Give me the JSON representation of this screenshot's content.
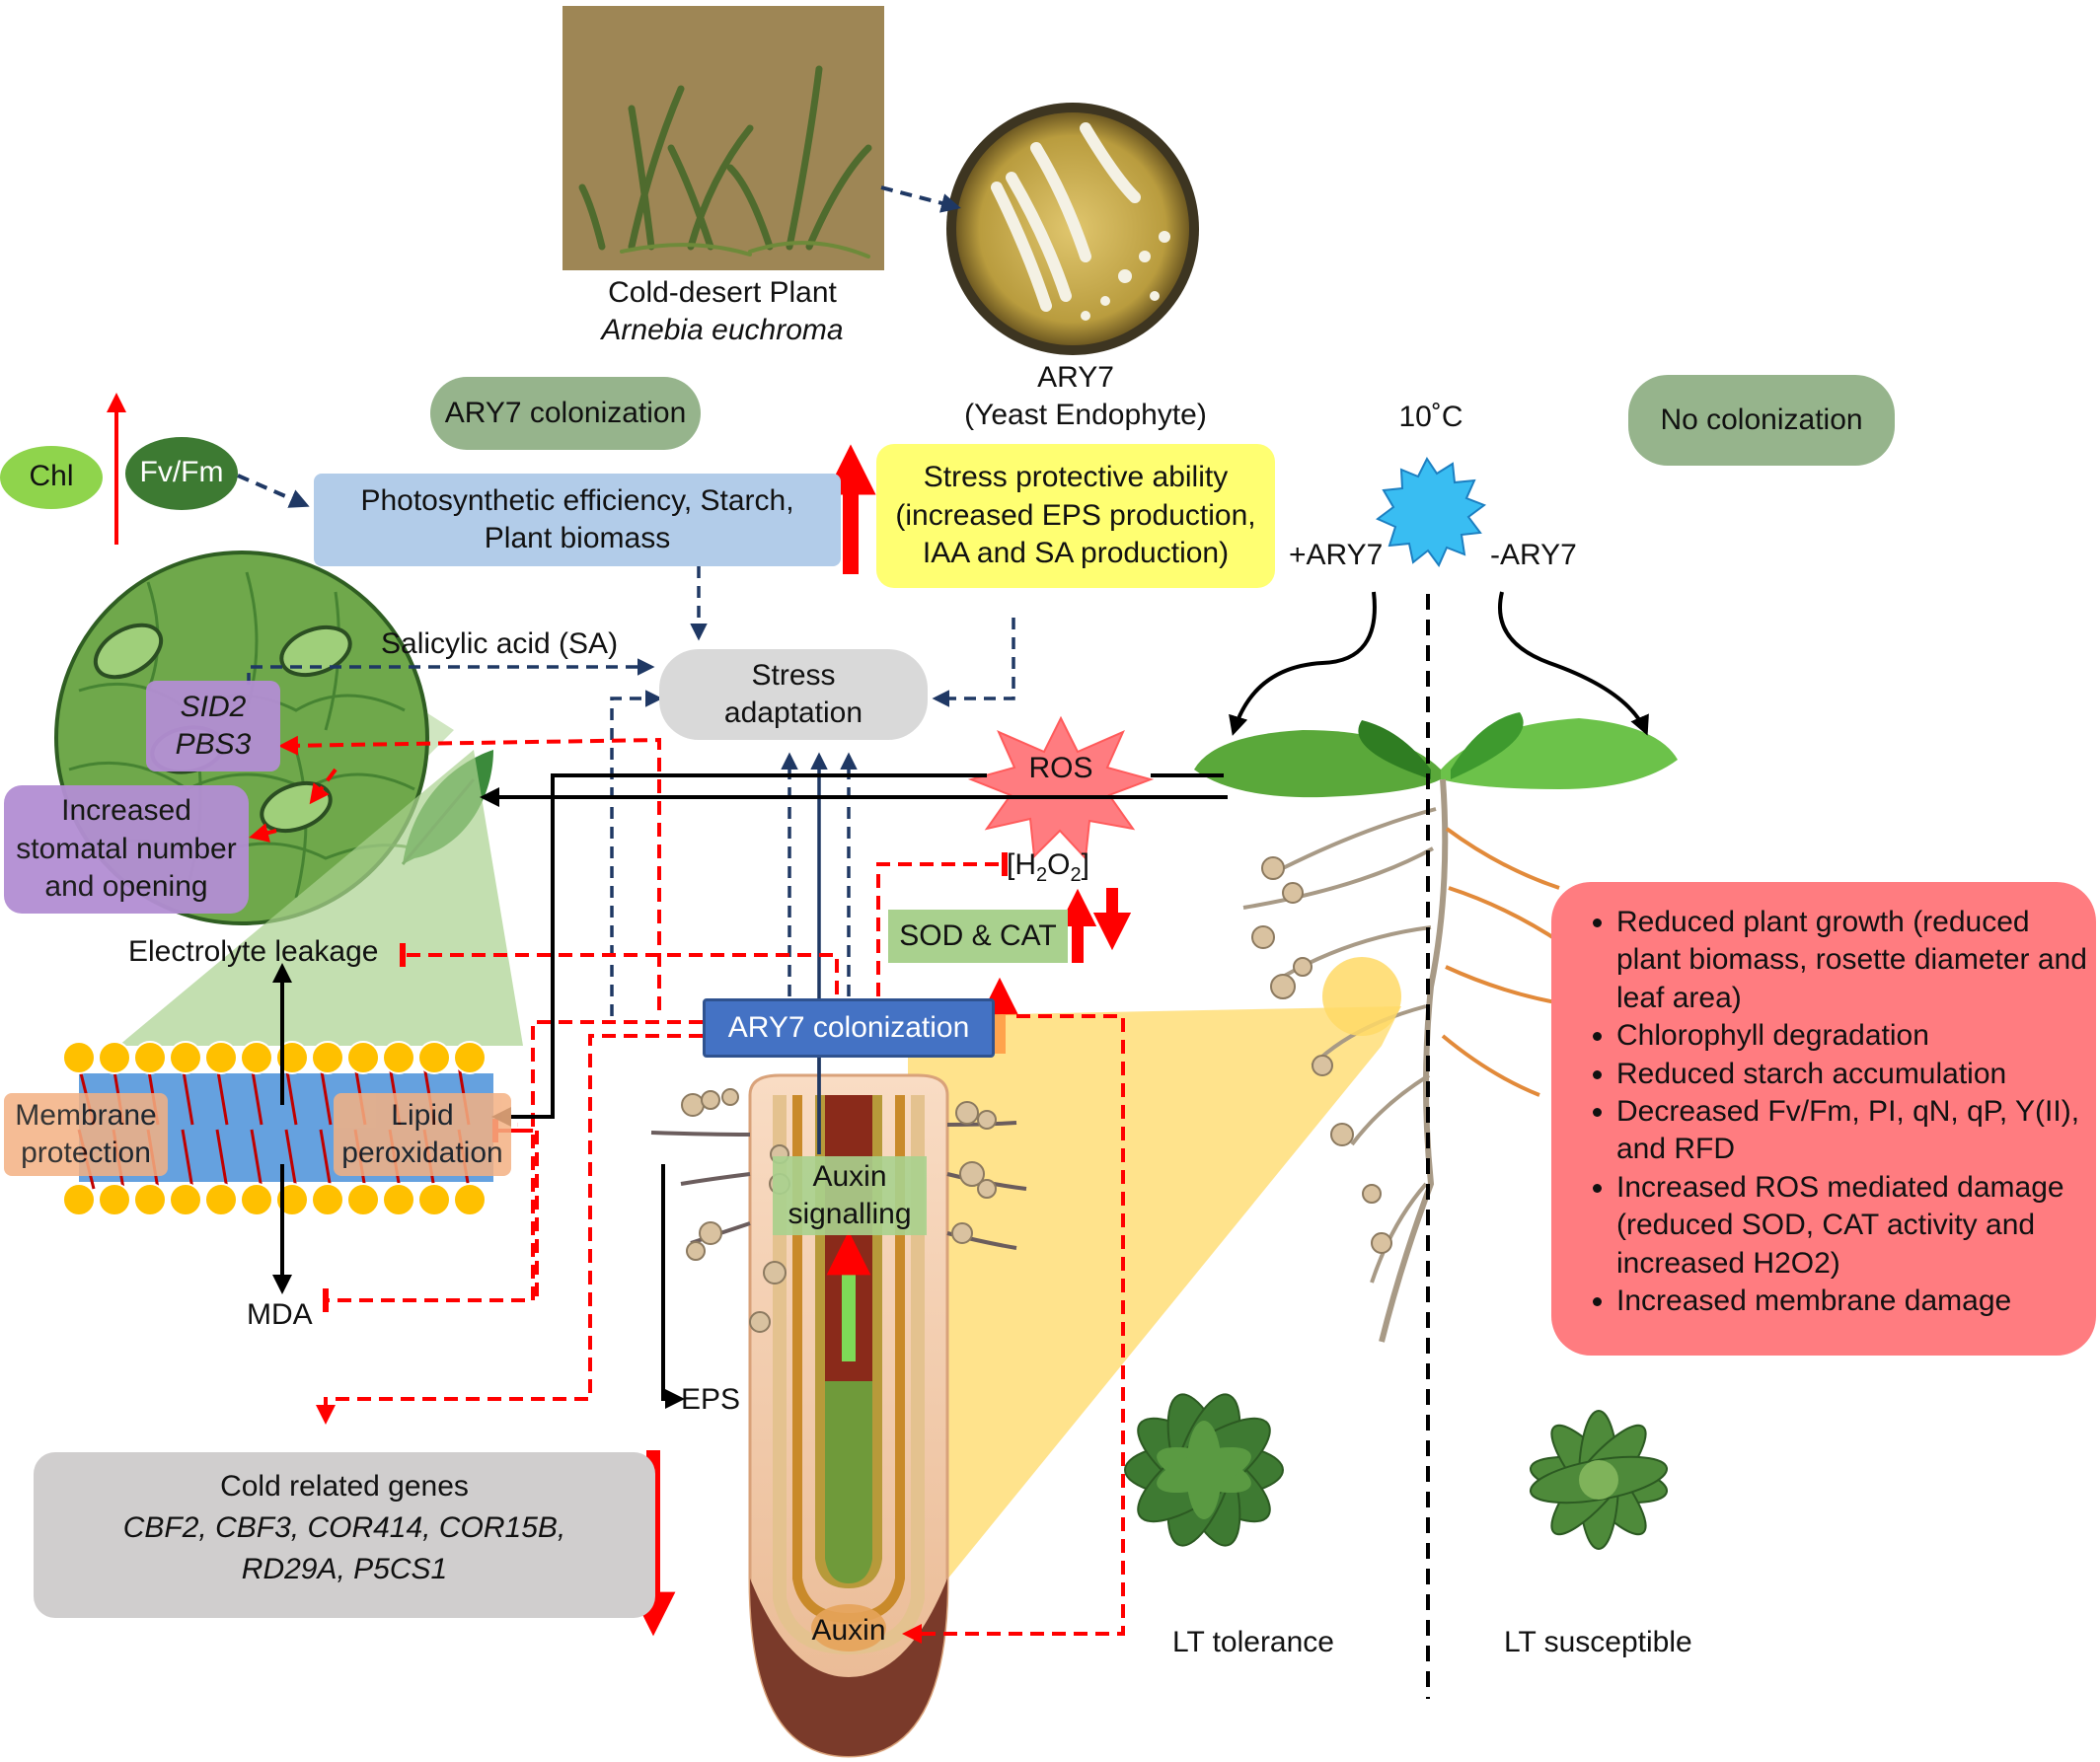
{
  "plant": {
    "caption": "Cold-desert Plant",
    "species": "Arnebia euchroma"
  },
  "endophyte": {
    "name": "ARY7",
    "description": "(Yeast Endophyte)"
  },
  "labels": {
    "ary7_colonization_top": "ARY7 colonization",
    "no_colonization": "No colonization",
    "temperature": "10˚C",
    "plus_ary7": "+ARY7",
    "minus_ary7": "-ARY7",
    "chl": "Chl",
    "fvfm": "Fv/Fm",
    "photosynthesis_line1": "Photosynthetic efficiency, Starch,",
    "photosynthesis_line2": "Plant biomass",
    "stress_protective_line1": "Stress protective ability",
    "stress_protective_line2": "(increased EPS production,",
    "stress_protective_line3": "IAA and SA production)",
    "salicylic_acid": "Salicylic acid (SA)",
    "stress_adaptation_line1": "Stress",
    "stress_adaptation_line2": "adaptation",
    "ros": "ROS",
    "h2o2_main": "H",
    "h2o2_sub1": "2",
    "h2o2_mid": "O",
    "h2o2_sub2": "2",
    "sod_cat": "SOD & CAT",
    "sid2": "SID2",
    "pbs3": "PBS3",
    "stomata_line1": "Increased",
    "stomata_line2": "stomatal number",
    "stomata_line3": "and opening",
    "electrolyte_leakage": "Electrolyte leakage",
    "membrane_line1": "Membrane",
    "membrane_line2": "protection",
    "lipid_line1": "Lipid",
    "lipid_line2": "peroxidation",
    "mda": "MDA",
    "ary7_colonization_center": "ARY7 colonization",
    "auxin_signalling_line1": "Auxin",
    "auxin_signalling_line2": "signalling",
    "auxin": "Auxin",
    "eps": "EPS",
    "cold_genes_title": "Cold related genes",
    "cold_genes_line1": "CBF2, CBF3, COR414, COR15B,",
    "cold_genes_line2": "RD29A, P5CS1",
    "lt_tolerance": "LT tolerance",
    "lt_susceptible": "LT susceptible"
  },
  "effects": [
    "Reduced plant growth (reduced plant biomass, rosette diameter and leaf area)",
    "Chlorophyll degradation",
    "Reduced starch accumulation",
    "Decreased Fv/Fm, PI, qN, qP, Y(II), and RFD",
    "Increased ROS mediated damage (reduced SOD, CAT activity and increased H2O2)",
    "Increased membrane damage"
  ],
  "colors": {
    "pill_green": "#96b48c",
    "stress_yellow": "#ffff72",
    "photo_blue": "#b2cce9",
    "effects_red": "#ff7c80",
    "arrow_red": "#ff0000",
    "arrow_navy": "#1f3864",
    "ary7_blue": "#4472c4"
  }
}
